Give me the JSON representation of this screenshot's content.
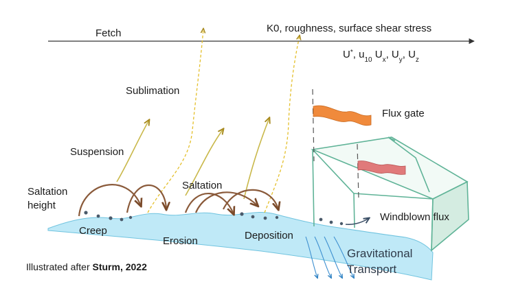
{
  "labels": {
    "fetch": "Fetch",
    "k0": "K0, roughness, surface shear stress",
    "wind_u_star": "U",
    "wind_u_star_sup": "*",
    "wind_u10": ", u",
    "wind_u10_sub": "10",
    "wind_ux": " U",
    "wind_ux_sub": "x",
    "wind_uy": ", U",
    "wind_uy_sub": "y",
    "wind_uz": ", U",
    "wind_uz_sub": "z",
    "sublimation": "Sublimation",
    "suspension": "Suspension",
    "saltation": "Saltation",
    "saltation_height_line1": "Saltation",
    "saltation_height_line2": "height",
    "creep": "Creep",
    "erosion": "Erosion",
    "deposition": "Deposition",
    "flux_gate": "Flux gate",
    "windblown_flux": "Windblown flux",
    "gravitational_line1": "Gravitational",
    "gravitational_line2": "Transport",
    "credit_prefix": "Illustrated after ",
    "credit_author": "Sturm, 2022"
  },
  "colors": {
    "snow_surface": "#bfe9f7",
    "snow_edge": "#6fc3df",
    "saltation_arrow": "#8a5a3a",
    "suspension_arrow": "#c9b84a",
    "sublimation_dash": "#e4bf2a",
    "flux_box": "#5fb397",
    "flag_orange": "#f08a3c",
    "flag_pink": "#e07a7a",
    "grains": "#4a5a6a",
    "gravity_arrows": "#3d8fd0"
  },
  "icons": [
    "flag-icon",
    "arrow-icon"
  ]
}
